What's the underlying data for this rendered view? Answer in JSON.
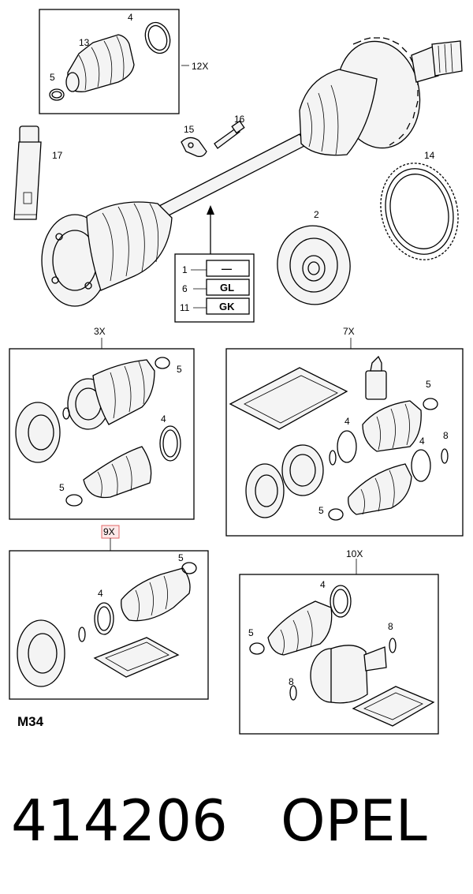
{
  "labels": {
    "top_kit_qty": "12X",
    "top_kit_boot": "13",
    "top_kit_clamp_large": "4",
    "top_kit_clamp_small": "5",
    "grease_tube": "17",
    "washer": "15",
    "bolt": "16",
    "reluctor_ring": "14",
    "inner_joint": "2",
    "variant_1": "1",
    "variant_6": "6",
    "variant_11": "11",
    "code_1": "—",
    "code_6": "GL",
    "code_11": "GK",
    "kit3_qty": "3X",
    "kit3_clamp_top": "5",
    "kit3_clamp_mid": "4",
    "kit3_clamp_bottom": "5",
    "kit7_qty": "7X",
    "kit7_clamp_top": "5",
    "kit7_clamp_left": "4",
    "kit7_clamp_right": "4",
    "kit7_circlip": "8",
    "kit7_clamp_bottom": "5",
    "kit9_qty": "9X",
    "kit9_clamp_small": "5",
    "kit9_clamp_large": "4",
    "kit10_qty": "10X",
    "kit10_clamp_large": "4",
    "kit10_clamp_small": "5",
    "kit10_circlip_right": "8",
    "kit10_circlip_left": "8"
  },
  "diagram_code": "M34",
  "footer": {
    "part_number": "414206",
    "brand": "OPEL"
  },
  "colors": {
    "highlight_box": "#e06666",
    "ink": "#000000"
  }
}
